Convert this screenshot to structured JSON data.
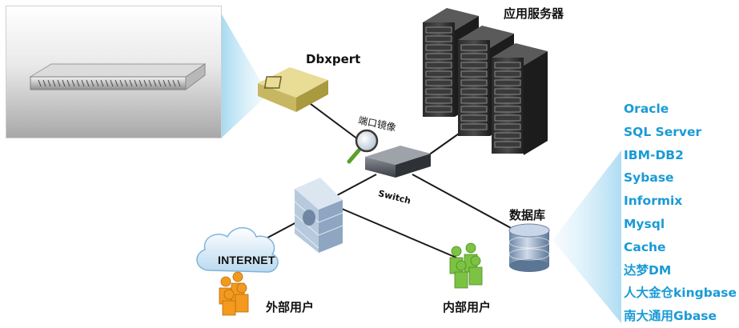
{
  "labels": {
    "app_server": "应用服务器",
    "dbxpert": "Dbxpert",
    "port_mirror": "端口镜像",
    "switch": "Switch",
    "database": "数据库",
    "internet": "INTERNET",
    "external_users": "外部用户",
    "internal_users": "内部用户"
  },
  "database_types": [
    "Oracle",
    "SQL Server",
    "IBM-DB2",
    "Sybase",
    "Informix",
    "Mysql",
    "Cache",
    "达梦DM",
    "人大金仓kingbase",
    "南大通用Gbase"
  ],
  "colors": {
    "db_list_text": "#1a9ad6",
    "callout": "#bfe3f4",
    "user_orange": "#f39a1e",
    "user_green": "#7cc243",
    "dbxpert_box": "#d6c87a",
    "firewall": "#9fb6cf"
  }
}
